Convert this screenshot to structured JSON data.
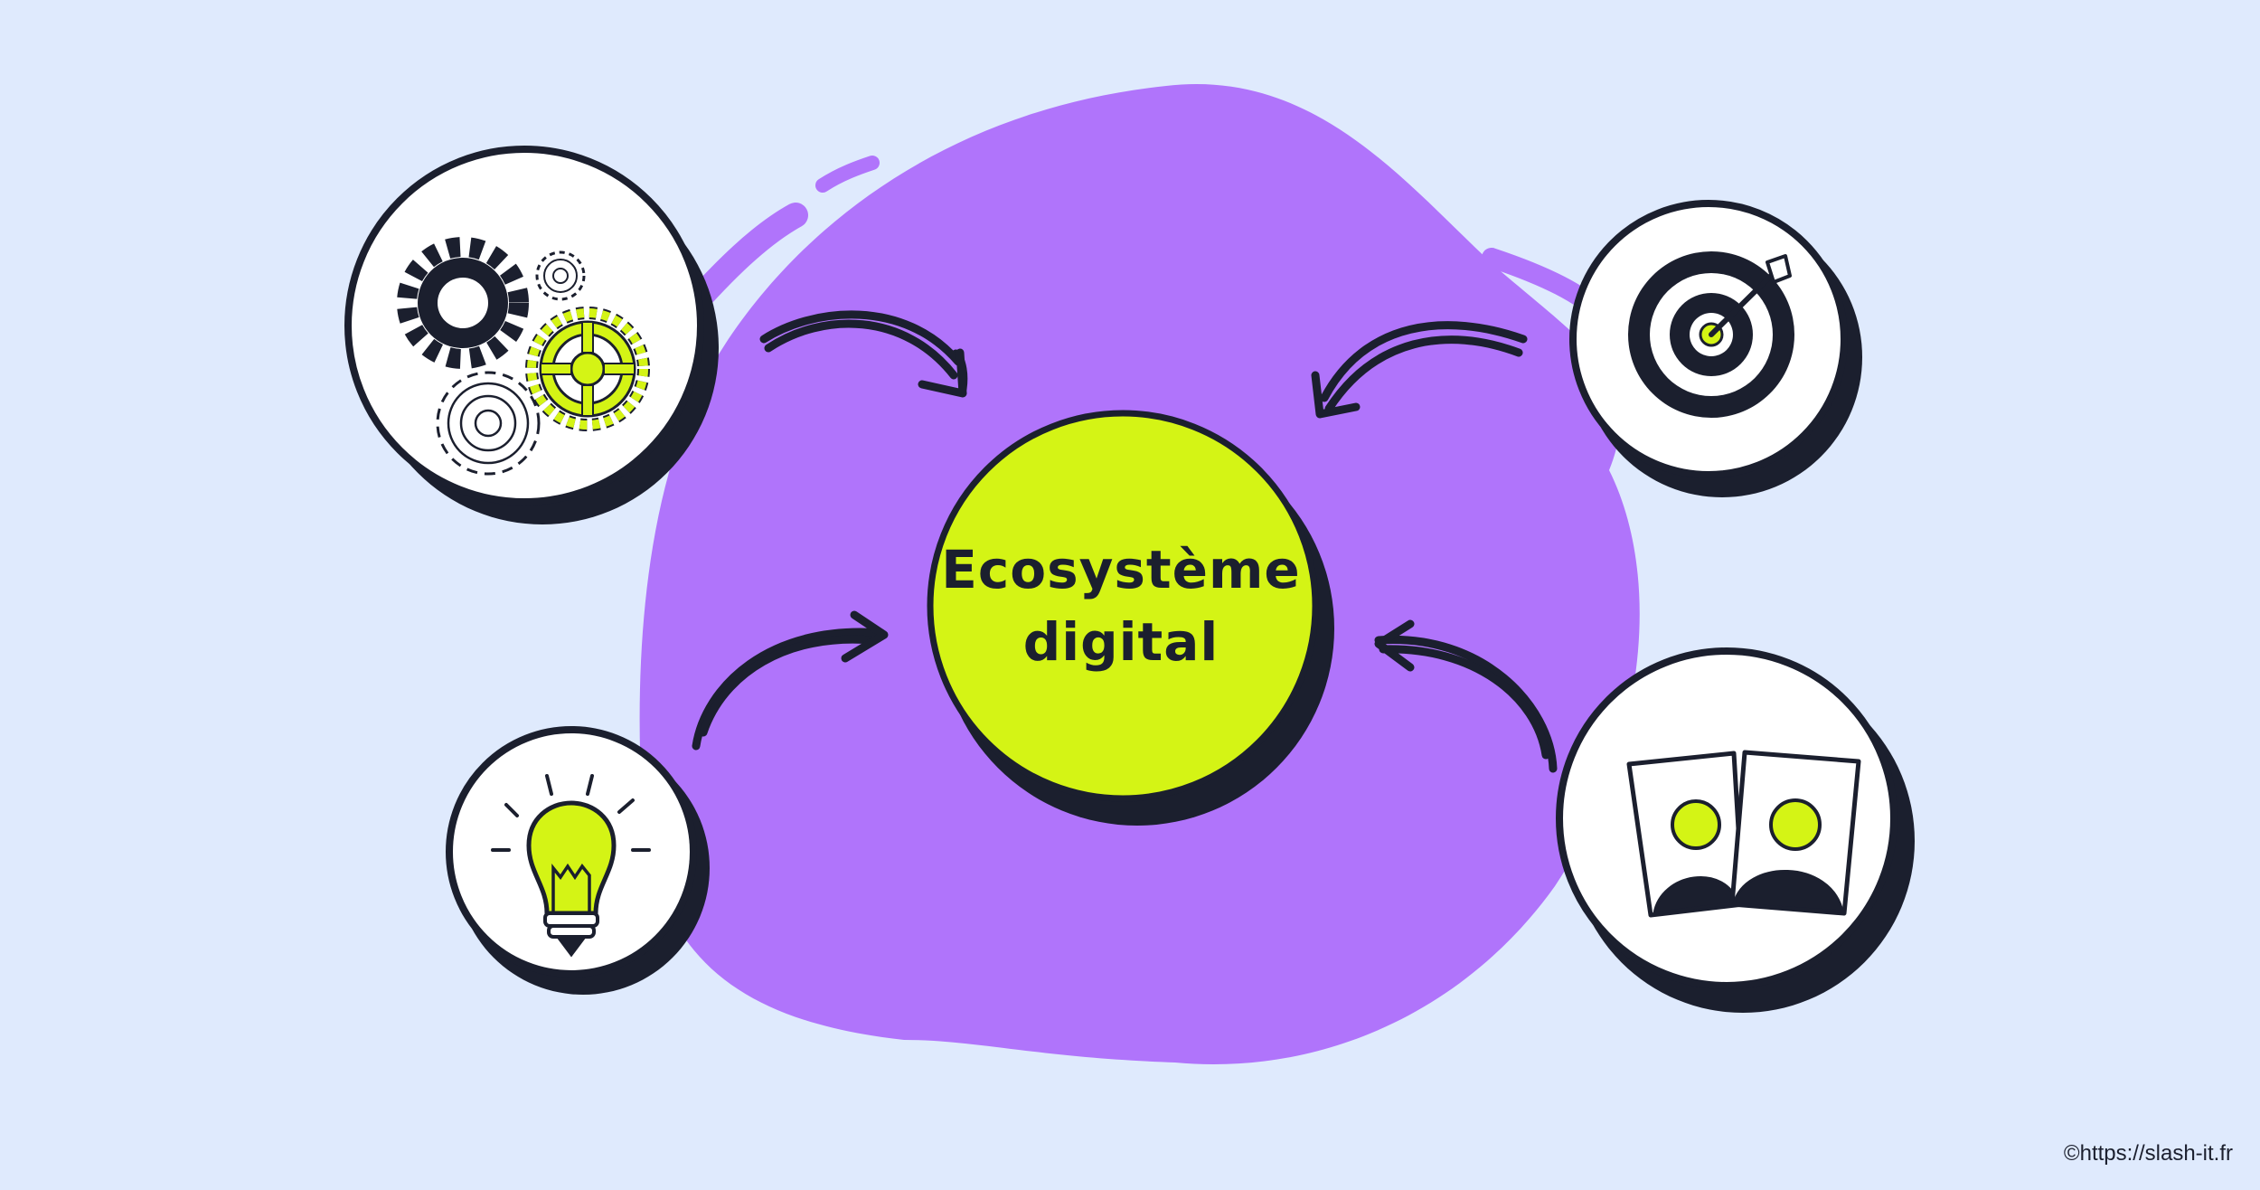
{
  "diagram": {
    "center": {
      "line1": "Ecosystème",
      "line2": "digital"
    },
    "nodes": [
      {
        "id": "gears",
        "icon": "gears-icon"
      },
      {
        "id": "target",
        "icon": "target-icon"
      },
      {
        "id": "idea",
        "icon": "lightbulb-icon"
      },
      {
        "id": "people",
        "icon": "people-cards-icon"
      }
    ]
  },
  "footer": {
    "copyright": "©https://slash-it.fr"
  },
  "colors": {
    "background": "#dfeafd",
    "blob": "#b074fb",
    "accent": "#d4f415",
    "ink": "#1b1f2e"
  }
}
